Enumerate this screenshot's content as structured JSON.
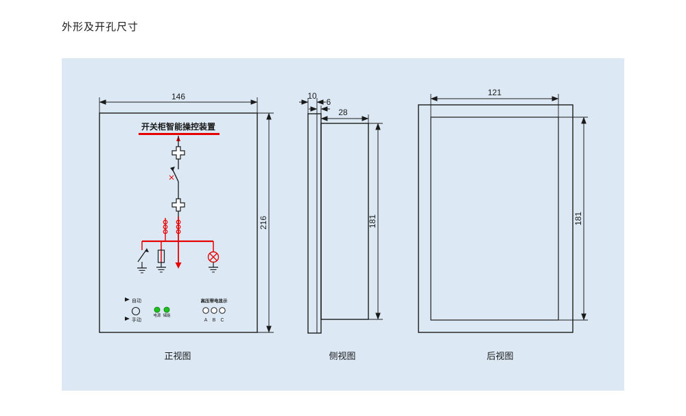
{
  "page": {
    "title": "外形及开孔尺寸"
  },
  "colors": {
    "panel_bg": "#dce9f4",
    "line": "#1a1a1a",
    "accent_red": "#e60000",
    "indicator_green": "#1fbf1f"
  },
  "front_view": {
    "caption": "正视图",
    "device_title": "开关柜智能操控装置",
    "width_dim": "146",
    "height_dim": "216",
    "auto_label": "自动",
    "manual_label": "手动",
    "power_label": "电源",
    "charge_label": "储能",
    "hv_display_label": "高压带电显示",
    "phases": [
      "A",
      "B",
      "C"
    ]
  },
  "side_view": {
    "caption": "侧视图",
    "bezel_depth_dim": "10",
    "lip_depth_dim": "6",
    "body_depth_dim": "28",
    "height_dim": "181"
  },
  "rear_view": {
    "caption": "后视图",
    "cutout_width_dim": "121",
    "cutout_height_dim": "181"
  }
}
